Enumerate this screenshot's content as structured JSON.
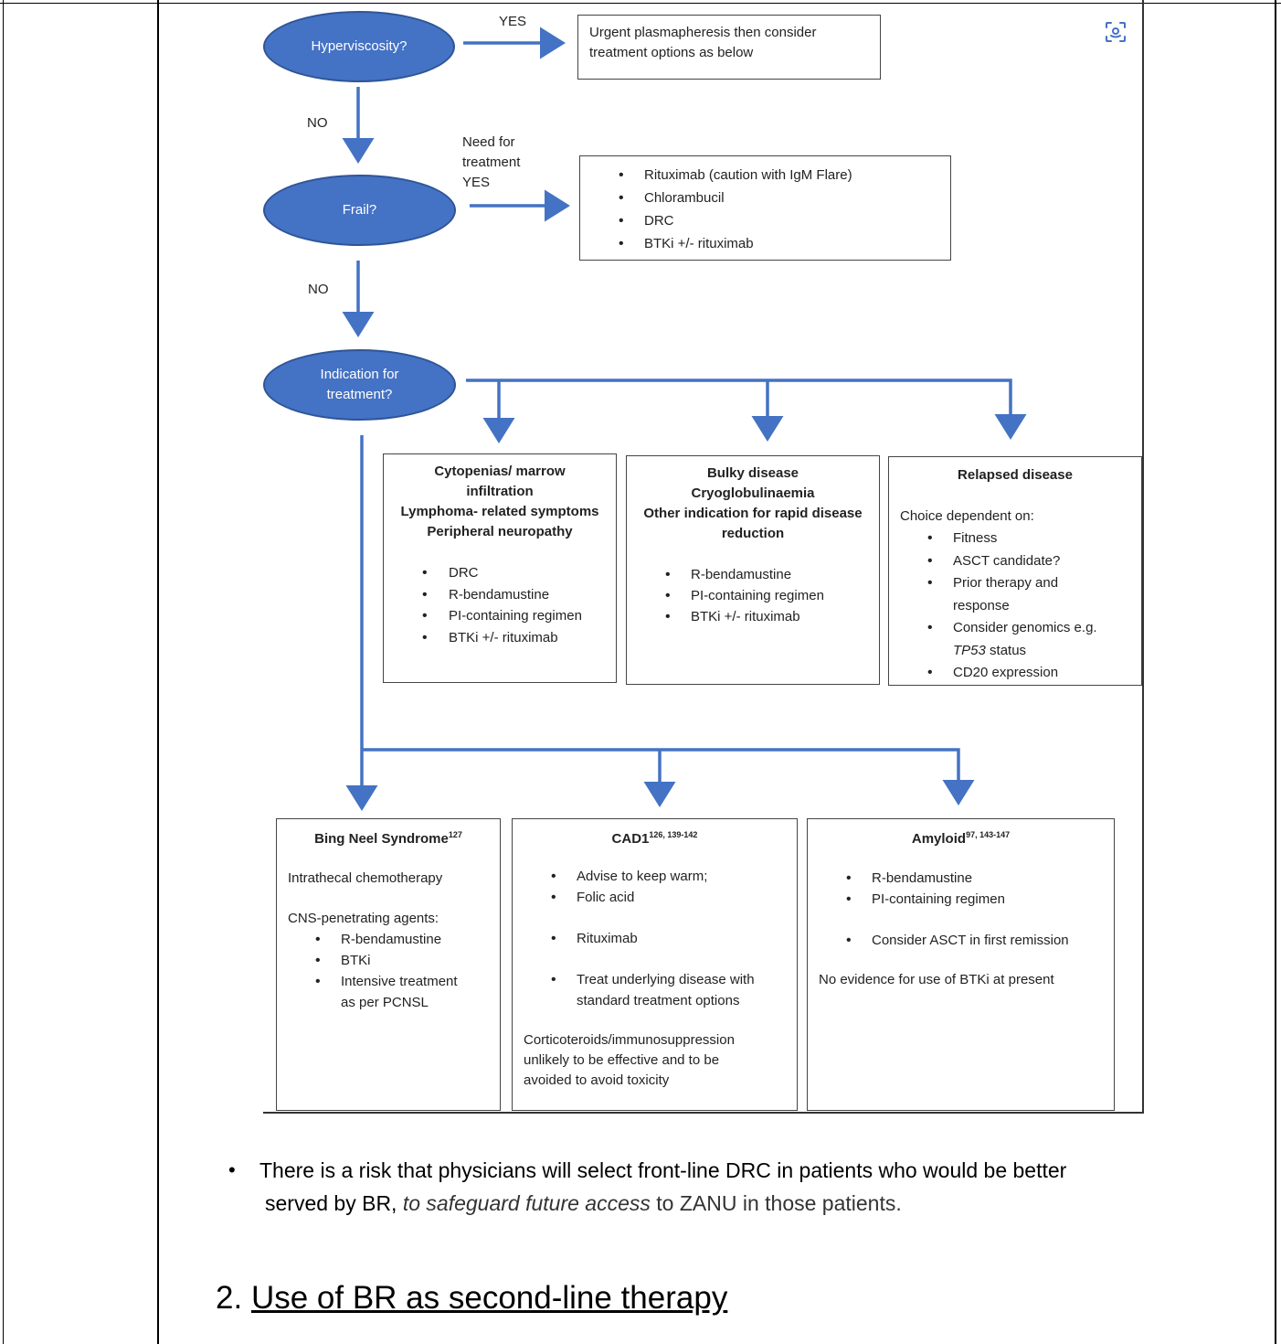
{
  "flowchart": {
    "nodes": {
      "hyperviscosity": "Hyperviscosity?",
      "frail": "Frail?",
      "indication_line1": "Indication for",
      "indication_line2": "treatment?"
    },
    "labels": {
      "yes_top": "YES",
      "no_1": "NO",
      "need_line1": "Need for",
      "need_line2": "treatment",
      "need_line3": "YES",
      "no_2": "NO"
    },
    "plasmapheresis_box": {
      "line1": "Urgent plasmapheresis then consider",
      "line2": "treatment options as below"
    },
    "frail_box": {
      "items": [
        "Rituximab (caution with IgM Flare)",
        "Chlorambucil",
        "DRC",
        "BTKi +/- rituximab"
      ]
    },
    "cytopenias_box": {
      "title_lines": [
        "Cytopenias/ marrow",
        "infiltration",
        "Lymphoma- related symptoms",
        "Peripheral neuropathy"
      ],
      "items": [
        "DRC",
        "R-bendamustine",
        "PI-containing regimen",
        "BTKi +/- rituximab"
      ]
    },
    "bulky_box": {
      "title_lines": [
        "Bulky disease",
        "Cryoglobulinaemia",
        "Other indication for rapid disease",
        "reduction"
      ],
      "items": [
        "R-bendamustine",
        "PI-containing regimen",
        "BTKi +/- rituximab"
      ]
    },
    "relapsed_box": {
      "title": "Relapsed disease",
      "intro": "Choice dependent on:",
      "item1": "Fitness",
      "item2": "ASCT candidate?",
      "item3a": "Prior therapy and",
      "item3b": "response",
      "item4a": "Consider genomics e.g.",
      "item4b_italic": "TP53",
      "item4b_rest": " status",
      "item5": "CD20 expression"
    },
    "bing_box": {
      "title": "Bing Neel Syndrome",
      "title_sup": "127",
      "line1": "Intrathecal chemotherapy",
      "line2": "CNS-penetrating agents:",
      "item1": "R-bendamustine",
      "item2": "BTKi",
      "item3a": "Intensive treatment",
      "item3b": "as per PCNSL"
    },
    "cad_box": {
      "title": "CAD1",
      "title_sup": "126, 139-142",
      "item1": "Advise to keep warm;",
      "item2": "Folic acid",
      "item3": "Rituximab",
      "item4a": "Treat underlying disease with",
      "item4b": "standard treatment options",
      "note1": "Corticoteroids/immunosuppression",
      "note2": "unlikely to be effective and to be",
      "note3": "avoided to avoid toxicity"
    },
    "amyloid_box": {
      "title": "Amyloid",
      "title_sup": "97, 143-147",
      "item1": "R-bendamustine",
      "item2": "PI-containing regimen",
      "item3": "Consider ASCT in first remission",
      "note": "No evidence for use of BTKi at present"
    }
  },
  "document": {
    "bullet_line1": "There is a risk that physicians will select front-line DRC in patients who would be better",
    "bullet_line2_bold": "served by BR,",
    "bullet_line2_italic": " to safeguard future access",
    "bullet_line2_rest": " to ZANU in those patients.",
    "heading_number": "2.",
    "heading_text": "Use of BR as second-line therapy"
  },
  "colors": {
    "node_fill": "#4472c4",
    "arrow": "#4472c4"
  },
  "icons": {
    "scan": "scan-icon"
  }
}
